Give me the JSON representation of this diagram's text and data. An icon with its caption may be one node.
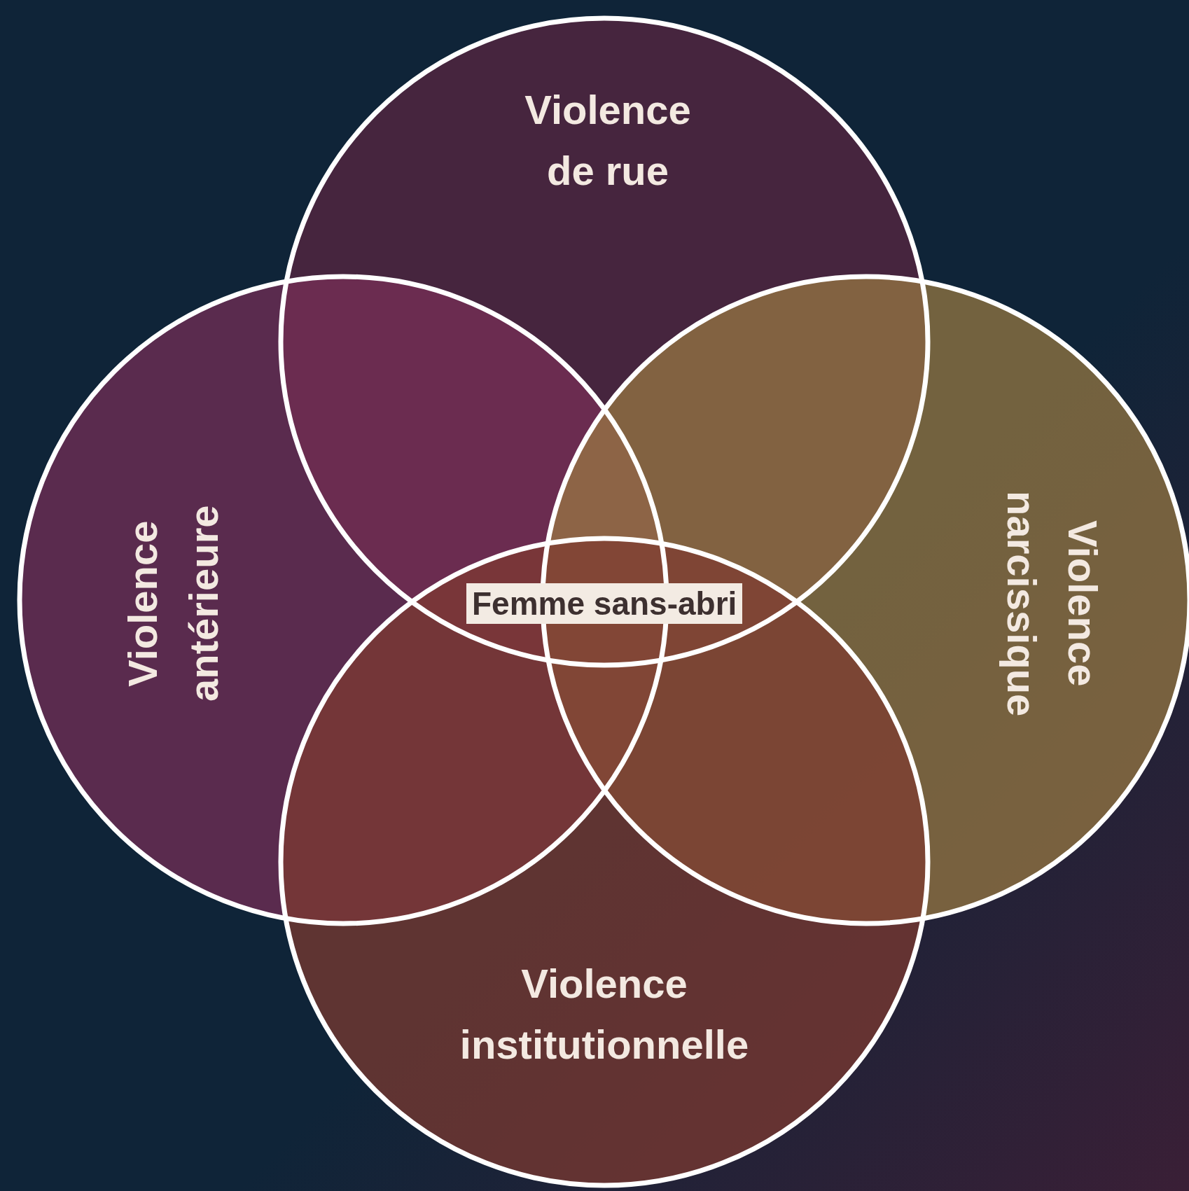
{
  "diagram": {
    "nodes": [
      {
        "text": [
          "Violence de rue"
        ]
      },
      {
        "text": [
          "Violence antérieure"
        ]
      },
      {
        "text": [
          "Violence narcissique"
        ]
      },
      {
        "text": [
          "Violence institutionnelle"
        ]
      },
      {
        "text": [
          "Femme sans-abri"
        ]
      }
    ],
    "edges": []
  }
}
